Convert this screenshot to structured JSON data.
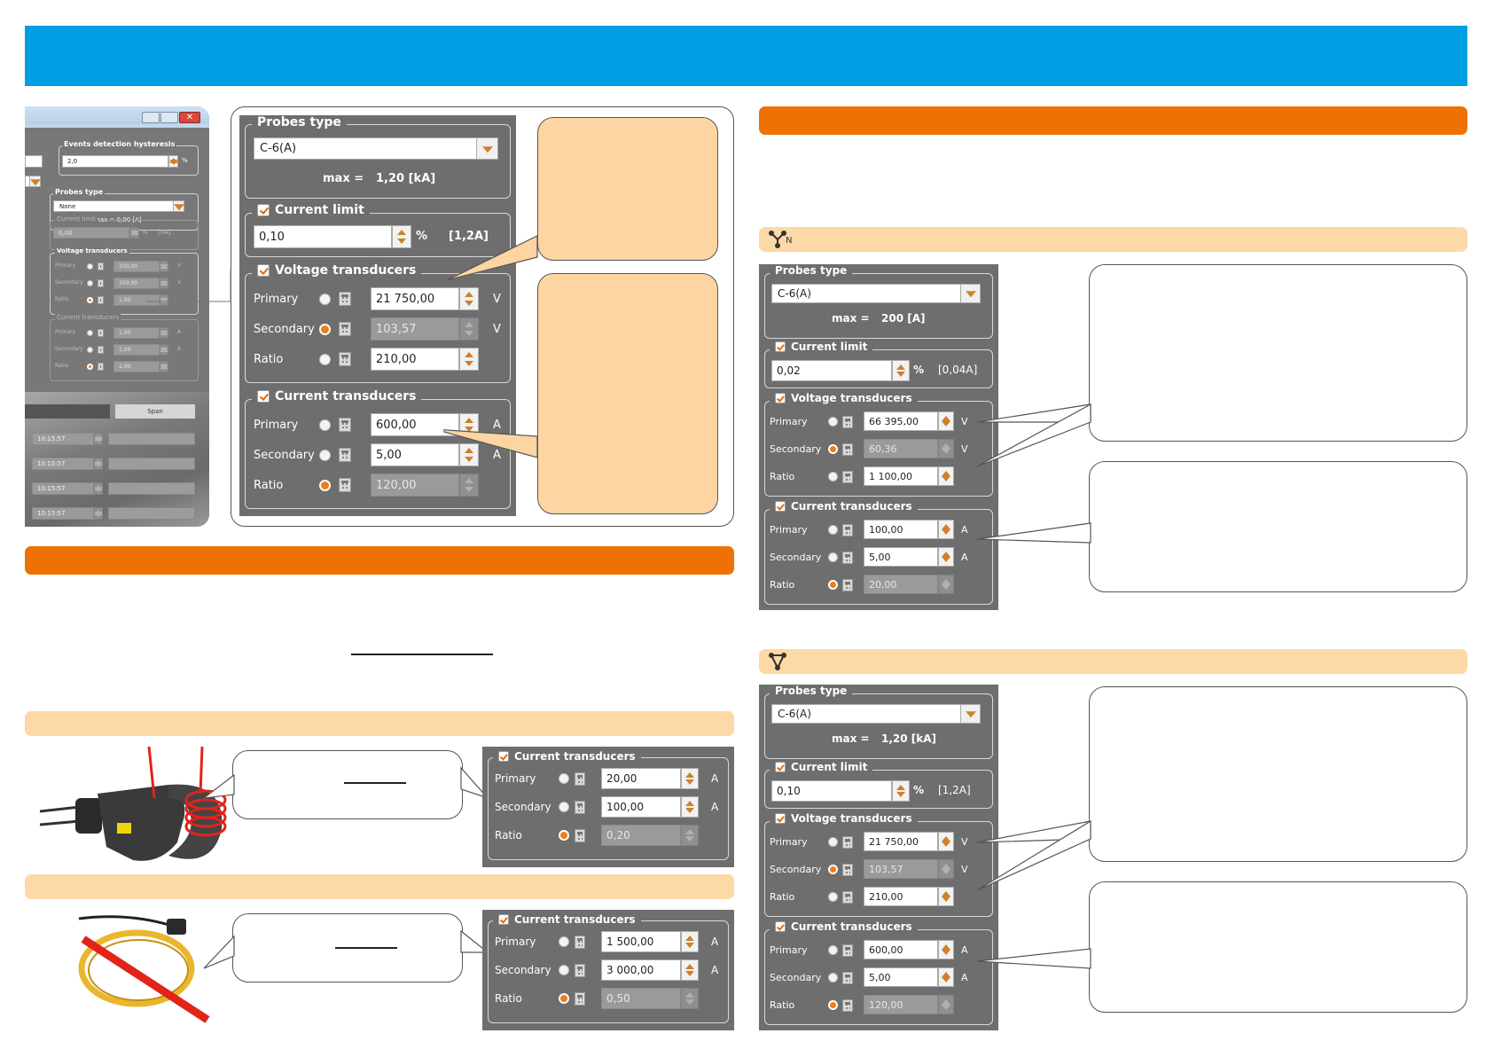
{
  "small_screenshot": {
    "hysteresis_title": "Events detection hysteresis",
    "hysteresis_value": "2,0",
    "hysteresis_unit": "%",
    "probes_title": "Probes type",
    "probes_value": "None",
    "max_line": "max =   0,00 [A]",
    "current_limit": "Current limit",
    "cl_value": "0,00",
    "cl_unit": "%",
    "cl_range": "[0A]",
    "voltage_title": "Voltage transducers",
    "v_rows": [
      {
        "label": "Primary",
        "value": "100,00",
        "unit": "V"
      },
      {
        "label": "Secondary",
        "value": "100,00",
        "unit": "V"
      },
      {
        "label": "Ratio",
        "value": "1,00",
        "unit": ""
      }
    ],
    "current_title": "Current transducers",
    "c_rows": [
      {
        "label": "Primary",
        "value": "1,00",
        "unit": "A"
      },
      {
        "label": "Secondary",
        "value": "1,00",
        "unit": "A"
      },
      {
        "label": "Ratio",
        "value": "1,00",
        "unit": ""
      }
    ],
    "tab_label": "Span",
    "times": [
      "10:15:57",
      "10:15:57",
      "10:15:57",
      "10:15:57"
    ]
  },
  "big_dialog": {
    "probes_title": "Probes type",
    "probes_value": "C-6(A)",
    "max_label": "max =",
    "max_value": "1,20 [kA]",
    "current_limit": "Current limit",
    "cl_value": "0,10",
    "cl_unit": "%",
    "cl_range": "[1,2A]",
    "voltage_title": "Voltage transducers",
    "v_rows": [
      {
        "label": "Primary",
        "value": "21 750,00",
        "unit": "V",
        "selected": false
      },
      {
        "label": "Secondary",
        "value": "103,57",
        "unit": "V",
        "selected": true
      },
      {
        "label": "Ratio",
        "value": "210,00",
        "unit": "",
        "selected": false
      }
    ],
    "current_title": "Current transducers",
    "c_rows": [
      {
        "label": "Primary",
        "value": "600,00",
        "unit": "A",
        "selected": false
      },
      {
        "label": "Secondary",
        "value": "5,00",
        "unit": "A",
        "selected": false
      },
      {
        "label": "Ratio",
        "value": "120,00",
        "unit": "",
        "selected": true
      }
    ]
  },
  "clamp_dialog": {
    "title": "Current transducers",
    "rows": [
      {
        "label": "Primary",
        "value": "20,00",
        "unit": "A"
      },
      {
        "label": "Secondary",
        "value": "100,00",
        "unit": "A"
      },
      {
        "label": "Ratio",
        "value": "0,20",
        "unit": ""
      }
    ]
  },
  "flex_dialog": {
    "title": "Current transducers",
    "rows": [
      {
        "label": "Primary",
        "value": "1 500,00",
        "unit": "A"
      },
      {
        "label": "Secondary",
        "value": "3 000,00",
        "unit": "A"
      },
      {
        "label": "Ratio",
        "value": "0,50",
        "unit": ""
      }
    ]
  },
  "right_dialog_1": {
    "probes_title": "Probes type",
    "probes_value": "C-6(A)",
    "max_label": "max =",
    "max_value": "200 [A]",
    "current_limit": "Current limit",
    "cl_value": "0,02",
    "cl_unit": "%",
    "cl_range": "[0,04A]",
    "voltage_title": "Voltage transducers",
    "v_rows": [
      {
        "label": "Primary",
        "value": "66 395,00",
        "unit": "V"
      },
      {
        "label": "Secondary",
        "value": "60,36",
        "unit": "V"
      },
      {
        "label": "Ratio",
        "value": "1 100,00",
        "unit": ""
      }
    ],
    "current_title": "Current transducers",
    "c_rows": [
      {
        "label": "Primary",
        "value": "100,00",
        "unit": "A"
      },
      {
        "label": "Secondary",
        "value": "5,00",
        "unit": "A"
      },
      {
        "label": "Ratio",
        "value": "20,00",
        "unit": ""
      }
    ]
  },
  "right_dialog_2": {
    "probes_title": "Probes type",
    "probes_value": "C-6(A)",
    "max_label": "max =",
    "max_value": "1,20 [kA]",
    "current_limit": "Current limit",
    "cl_value": "0,10",
    "cl_unit": "%",
    "cl_range": "[1,2A]",
    "voltage_title": "Voltage transducers",
    "v_rows": [
      {
        "label": "Primary",
        "value": "21 750,00",
        "unit": "V"
      },
      {
        "label": "Secondary",
        "value": "103,57",
        "unit": "V"
      },
      {
        "label": "Ratio",
        "value": "210,00",
        "unit": ""
      }
    ],
    "current_title": "Current transducers",
    "c_rows": [
      {
        "label": "Primary",
        "value": "600,00",
        "unit": "A"
      },
      {
        "label": "Secondary",
        "value": "5,00",
        "unit": "A"
      },
      {
        "label": "Ratio",
        "value": "120,00",
        "unit": ""
      }
    ]
  },
  "section_icons": {
    "star_label": "N"
  },
  "colors": {
    "header_blue": "#009fe3",
    "orange": "#ee7203",
    "peach": "#fdd9a8",
    "dialog_gray": "#6e6e6e",
    "radio_orange": "#f07d17"
  }
}
